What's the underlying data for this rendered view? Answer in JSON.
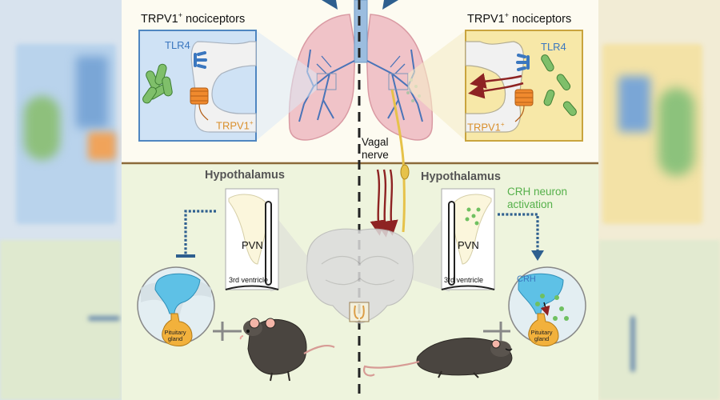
{
  "top_left": {
    "heading": "TRPV1",
    "heading_sup": "+",
    "heading_rest": " nociceptors",
    "receptor": "TLR4",
    "channel": "TRPV1",
    "channel_sup": "+"
  },
  "top_right": {
    "heading": "TRPV1",
    "heading_sup": "+",
    "heading_rest": " nociceptors",
    "receptor": "TLR4",
    "channel": "TRPV1",
    "channel_sup": "+"
  },
  "vagal": {
    "line1": "Vagal",
    "line2": "nerve"
  },
  "bottom_left": {
    "title": "Hypothalamus",
    "nucleus": "PVN",
    "ventricle": "3rd ventricle",
    "gland": "Pituitary gland"
  },
  "bottom_right": {
    "title": "Hypothalamus",
    "activation_line1": "CRH neuron",
    "activation_line2": "activation",
    "nucleus": "PVN",
    "ventricle": "3rd ventricle",
    "hormone": "CRH",
    "gland": "Pituitary gland"
  },
  "colors": {
    "top_bg": "#fdfbf1",
    "bottom_bg": "#eef4dd",
    "divider": "#8b6a3a",
    "tlr4": "#3b77bf",
    "trpv1": "#d98f2c",
    "bacteria": "#5aa84a",
    "crh": "#55b04a",
    "nerve": "#e6c24a",
    "arrow_red": "#8e2323"
  }
}
